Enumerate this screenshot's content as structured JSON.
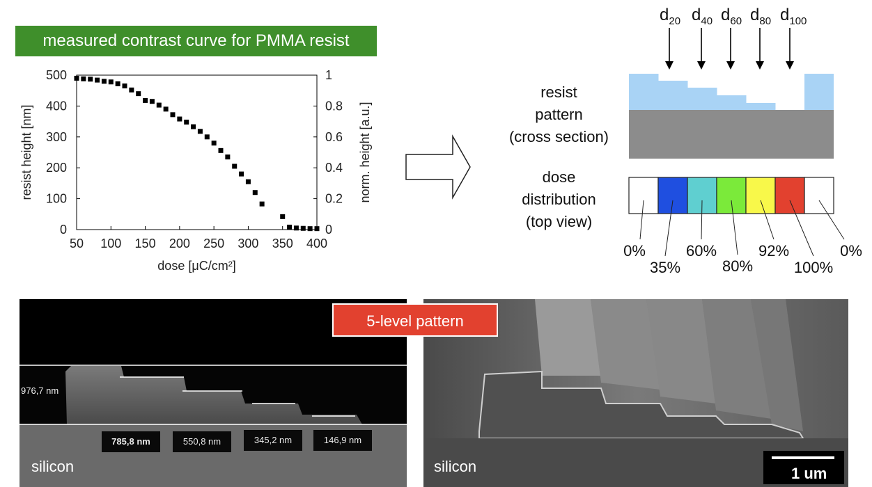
{
  "chart_data": {
    "type": "scatter",
    "title": "measured contrast curve for PMMA resist",
    "xlabel": "dose [μC/cm²]",
    "ylabel": "resist height [nm]",
    "y2label": "norm. height [a.u.]",
    "xlim": [
      50,
      400
    ],
    "ylim": [
      0,
      500
    ],
    "y2lim": [
      0,
      1
    ],
    "xticks": [
      "50",
      "100",
      "150",
      "200",
      "250",
      "300",
      "350",
      "400"
    ],
    "yticks": [
      "0",
      "100",
      "200",
      "300",
      "400",
      "500"
    ],
    "y2ticks": [
      "0",
      "0.2",
      "0.4",
      "0.6",
      "0.8",
      "1"
    ],
    "grid": false,
    "series": [
      {
        "x": [
          50,
          60,
          70,
          80,
          90,
          100,
          110,
          120,
          130,
          140,
          150,
          160,
          170,
          180,
          190,
          200,
          210,
          220,
          230,
          240,
          250,
          260,
          270,
          280,
          290,
          300,
          310,
          320,
          350,
          360,
          370,
          380,
          390,
          400
        ],
        "y": [
          490,
          488,
          487,
          484,
          480,
          478,
          472,
          465,
          452,
          440,
          418,
          415,
          403,
          390,
          372,
          358,
          348,
          333,
          318,
          300,
          280,
          256,
          235,
          205,
          180,
          155,
          120,
          83,
          42,
          8,
          5,
          4,
          3,
          3
        ]
      }
    ]
  },
  "diagram": {
    "doses": [
      "d",
      "d",
      "d",
      "d",
      "d"
    ],
    "dose_subs": [
      "20",
      "40",
      "60",
      "80",
      "100"
    ],
    "pattern_label": [
      "resist",
      "pattern",
      "(cross section)"
    ],
    "dose_label": [
      "dose",
      "distribution",
      "(top view)"
    ],
    "percent_labels": [
      "0%",
      "35%",
      "60%",
      "80%",
      "92%",
      "100%",
      "0%"
    ],
    "swatch_colors": [
      "#ffffff",
      "#1f4fe0",
      "#5fcfd0",
      "#7bea3a",
      "#f8f84a",
      "#e2412f",
      "#ffffff"
    ],
    "resist_color": "#a9d3f5",
    "substrate_color": "#8c8c8c"
  },
  "banner": "5-level pattern",
  "sem_left": {
    "height_label": "976,7 nm",
    "step_labels": [
      "785,8 nm",
      "550,8 nm",
      "345,2 nm",
      "146,9 nm"
    ],
    "material": "silicon"
  },
  "sem_right": {
    "material": "silicon",
    "scalebar": "1 um"
  }
}
